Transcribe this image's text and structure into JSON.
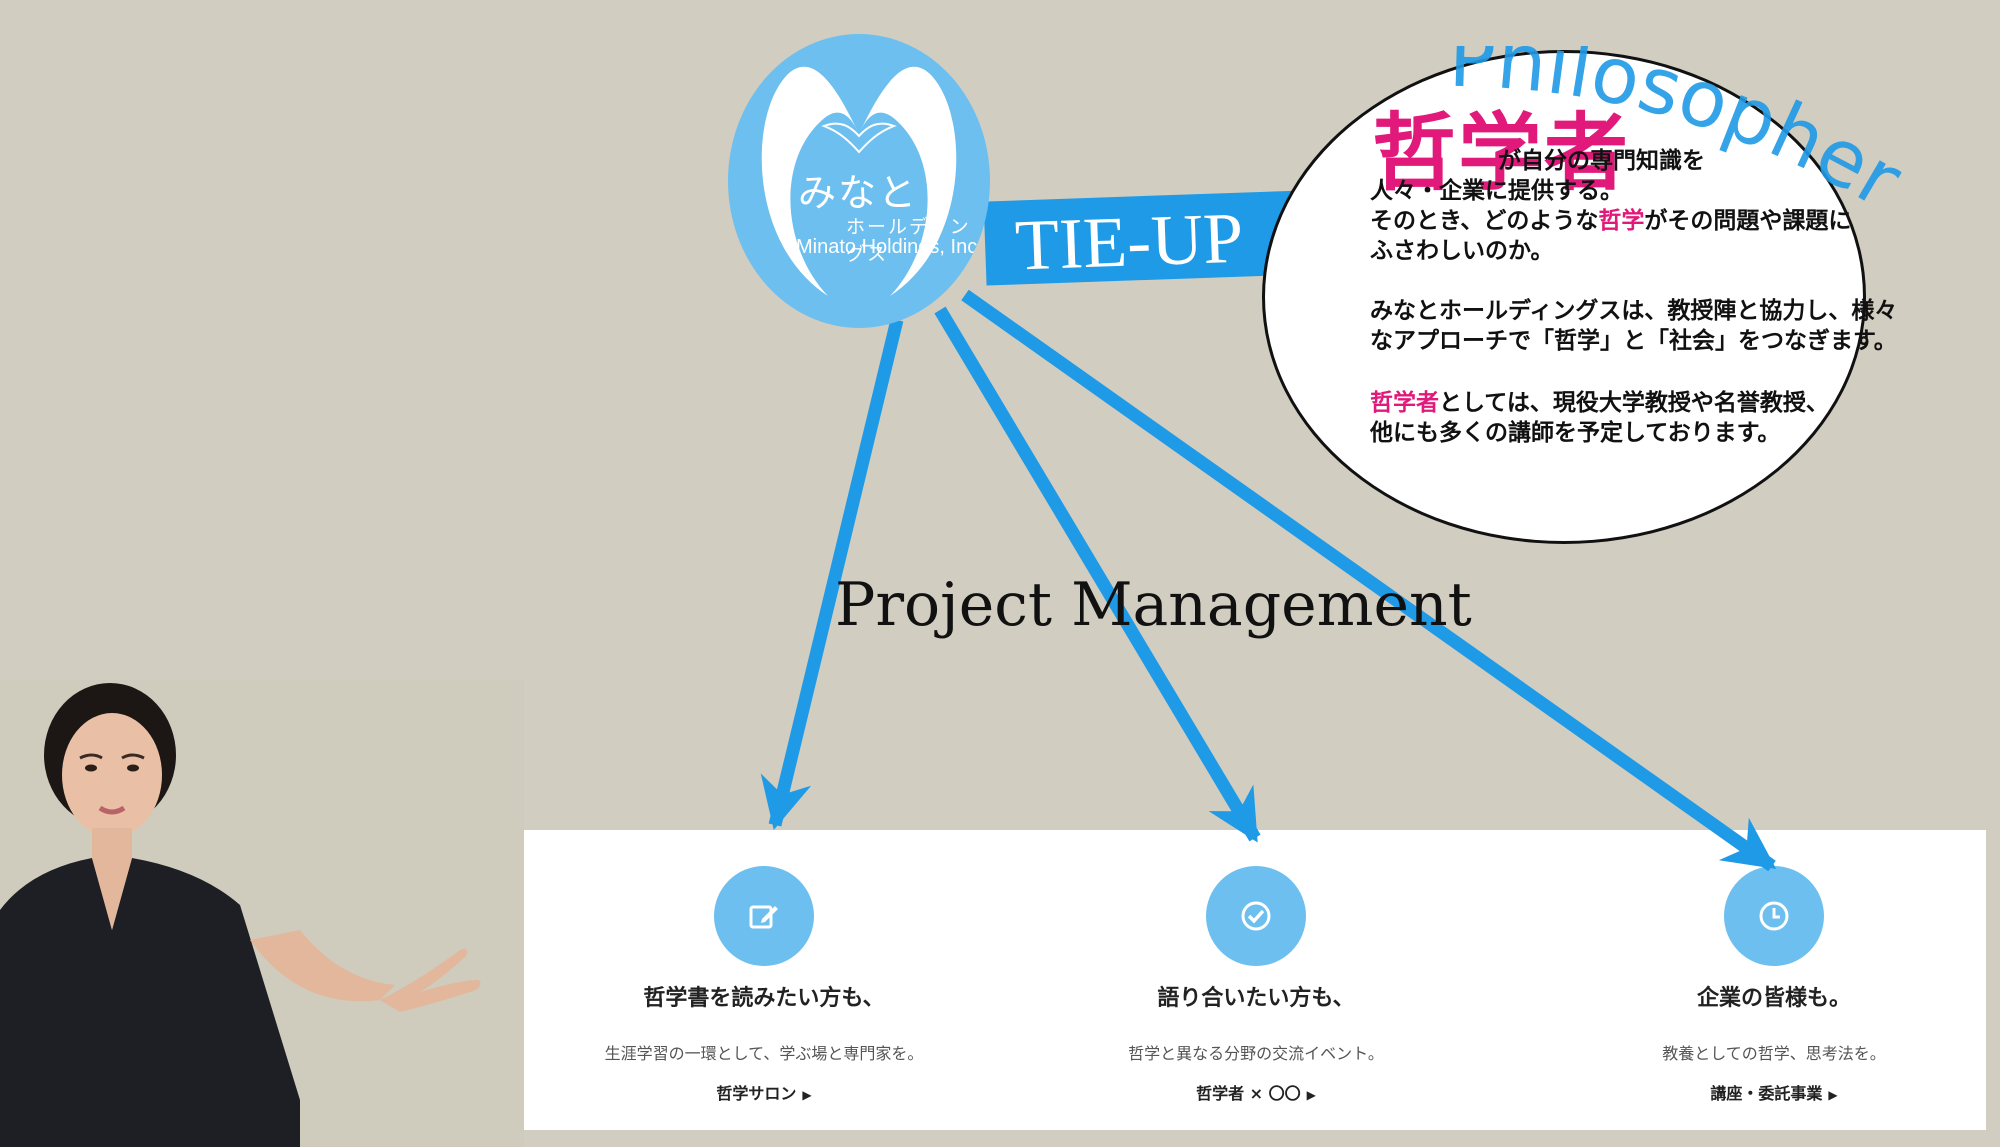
{
  "logo": {
    "name_jp": "みなと",
    "name_kana": "ホールディングス",
    "name_en": "Minato Holdings, Inc."
  },
  "tieup": {
    "label": "TIE-UP"
  },
  "bubble": {
    "overlay_word": "Philosopher",
    "title": "哲学者",
    "line1_suffix": "が自分の専門知識を",
    "line2": "人々・企業に提供する。",
    "line3_pre": "そのとき、どのような",
    "line3_pink": "哲学",
    "line3_post": "がその問題や課題に",
    "line4": "ふさわしいのか。",
    "para2_line1": "みなとホールディングスは、教授陣と協力し、様々",
    "para2_line2": "なアプローチで「哲学」と「社会」をつなぎます。",
    "para3_pink": "哲学者",
    "para3_line1_post": "としては、現役大学教授や名誉教授、",
    "para3_line2": "他にも多くの講師を予定しております。"
  },
  "project_management": "Project Management",
  "colors": {
    "accent_blue": "#1f9ae6",
    "light_blue": "#6cbfef",
    "pink": "#e0197a"
  },
  "services": [
    {
      "icon": "edit-icon",
      "title": "哲学書を読みたい方も、",
      "desc": "生涯学習の一環として、学ぶ場と専門家を。",
      "link": "哲学サロン"
    },
    {
      "icon": "check-circle-icon",
      "title": "語り合いたい方も、",
      "desc": "哲学と異なる分野の交流イベント。",
      "link": "哲学者 × 〇〇"
    },
    {
      "icon": "clock-icon",
      "title": "企業の皆様も。",
      "desc": "教養としての哲学、思考法を。",
      "link": "講座・委託事業"
    }
  ]
}
